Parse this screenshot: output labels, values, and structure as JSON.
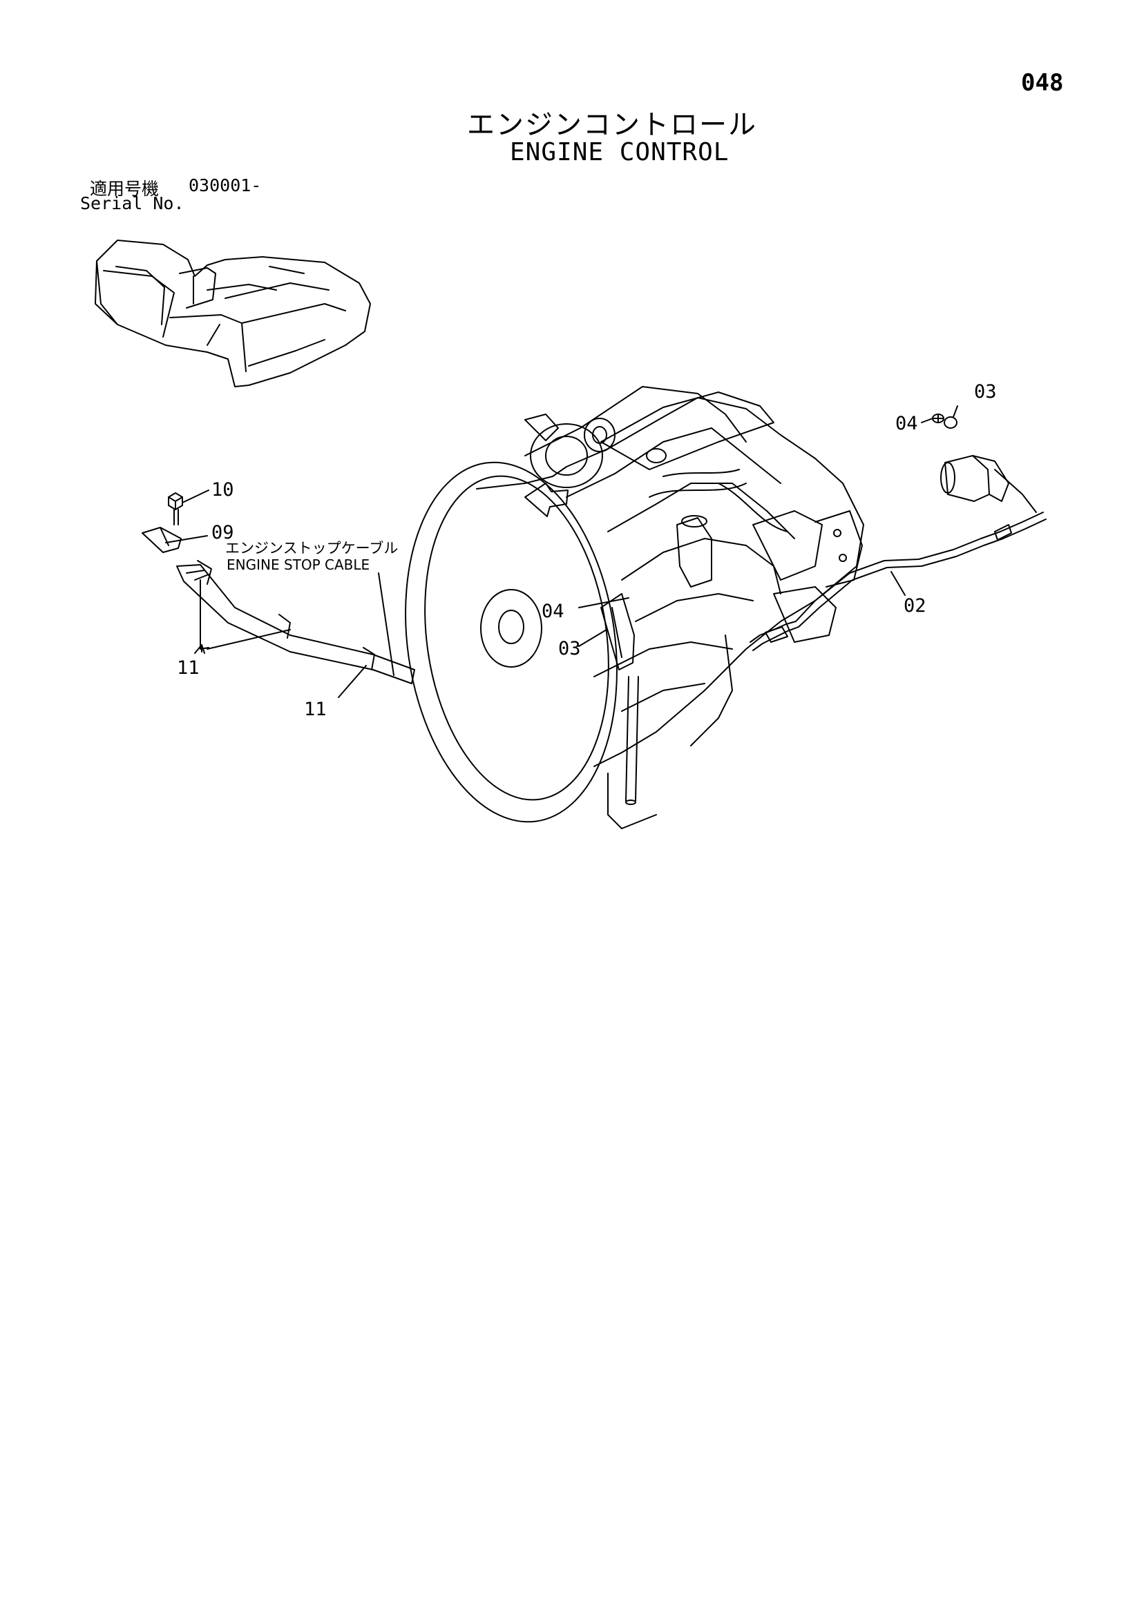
{
  "page_number": "048",
  "title_jp": "エンジンコントロール",
  "title_en": "ENGINE CONTROL",
  "serial": {
    "label_jp": "適用号機",
    "value": "030001-",
    "label_en": "Serial No."
  },
  "sub_assembly": {
    "label_jp": "エンジンストップケーブル",
    "label_en": "ENGINE STOP CABLE"
  },
  "callouts": {
    "c10": "10",
    "c09": "09",
    "c11_upper": "11",
    "c11_lower": "11",
    "c04_center": "04",
    "c03_center": "03",
    "c02": "02",
    "c04_right": "04",
    "c03_right": "03"
  }
}
